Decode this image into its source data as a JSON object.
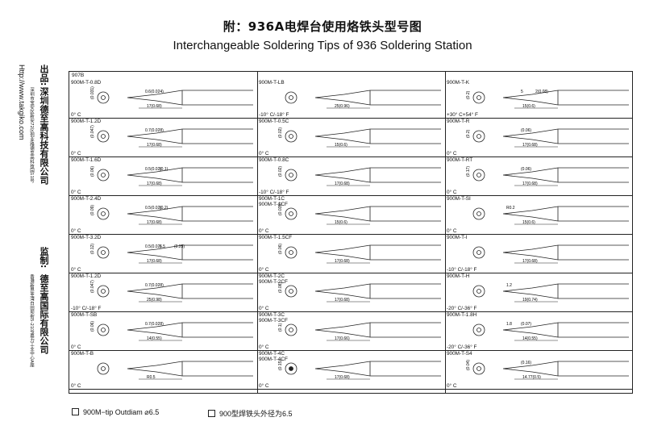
{
  "header": {
    "title_cn": "附：936A电焊台使用烙铁头型号图",
    "title_en": "Interchangeable Soldering Tips of 936 Soldering Station"
  },
  "side": {
    "maker_label": "出品:",
    "maker_name": "深圳德至高科技有限公司",
    "maker_address": "深圳市宝安区新安72区创业路德至高科技园11号",
    "maker_url": "Http://www.takgiko.com",
    "supervisor_label": "监制:",
    "supervisor_name": "德至高国际有限公司",
    "supervisor_address": "香港新界荃湾白田坝街5-21号嘉力工业中心A座"
  },
  "grid": {
    "header_label": "907B",
    "columns": [
      {
        "tips": [
          {
            "name": "900M-T-0.8D",
            "angle": "0° C",
            "dims": [
              "(0.031)",
              "0.6(0.024)",
              "17(0.68)"
            ]
          },
          {
            "name": "900M-T-1.2D",
            "angle": "0° C",
            "dims": [
              "(0.047)",
              "0.7(0.028)",
              "17(0.68)"
            ]
          },
          {
            "name": "900M-T-1.6D",
            "angle": "0° C",
            "dims": [
              "(0.06)",
              "0.5(0.02)",
              "(0.1)",
              "17(0.68)"
            ]
          },
          {
            "name": "900M-T-2.4D",
            "angle": "0° C",
            "dims": [
              "(0.09)",
              "0.5(0.02)",
              "(0.2)",
              "17(0.68)"
            ]
          },
          {
            "name": "900M-T-3.2D",
            "angle": "0° C",
            "dims": [
              "(0.12)",
              "0.5(0.02)",
              "6.5",
              "(0.25)",
              "17(0.68)"
            ]
          },
          {
            "name": "900M-T-1.2D",
            "angle": "-10° C/-18° F",
            "dims": [
              "(0.047)",
              "0.7(0.028)",
              "25(0.98)"
            ]
          },
          {
            "name": "900M-T-SB",
            "angle": "0° C",
            "dims": [
              "(0.06)",
              "0.7(0.028)",
              "14(0.55)"
            ]
          },
          {
            "name": "900M-T-B",
            "angle": "0° C",
            "dims": [
              "R0.5"
            ]
          }
        ]
      },
      {
        "tips": [
          {
            "name": "900M-T-LB",
            "angle": "-10° C/-18° F",
            "dims": [
              "25(0.96)"
            ]
          },
          {
            "name": "900M-T-0.5C",
            "angle": "0° C",
            "dims": [
              "(0.02)",
              "15(0.6)"
            ]
          },
          {
            "name": "900M-T-0.8C",
            "angle": "-10° C/-18° F",
            "dims": [
              "(0.02)",
              "17(0.68)"
            ]
          },
          {
            "name": "900M-T-1C",
            "name2": "900M-T-1CF",
            "angle": "0° C",
            "dims": [
              "(0.039)",
              "15(0.6)"
            ]
          },
          {
            "name": "900M-T-1.5CF",
            "angle": "0° C",
            "dims": [
              "(0.06)",
              "17(0.68)"
            ]
          },
          {
            "name": "900M-T-2C",
            "name2": "900M-T-2CF",
            "angle": "0° C",
            "dims": [
              "(0.08)",
              "17(0.68)"
            ]
          },
          {
            "name": "900M-T-3C",
            "name2": "900M-T-3CF",
            "angle": "0° C",
            "dims": [
              "(0.1)",
              "17(0.66)"
            ]
          },
          {
            "name": "900M-T-4C",
            "name2": "900M-T-4CF",
            "angle": "0° C",
            "dims": [
              "(0.15)",
              "17(0.68)"
            ]
          }
        ]
      },
      {
        "tips": [
          {
            "name": "900M-T-K",
            "angle": "+30° C+54° F",
            "dims": [
              "(0.2)",
              "5",
              "2(0.08)",
              "15(0.6)"
            ]
          },
          {
            "name": "900M-T-R",
            "angle": "0° C",
            "dims": [
              "(0.2)",
              "(0.06)",
              "17(0.68)"
            ]
          },
          {
            "name": "900M-T-RT",
            "angle": "0° C",
            "dims": [
              "(0.17)",
              "(0.06)",
              "17(0.68)"
            ]
          },
          {
            "name": "900M-T-SI",
            "angle": "0° C",
            "dims": [
              "R0.2",
              "15(0.6)"
            ]
          },
          {
            "name": "900M-T-I",
            "angle": "-10° C/-18° F",
            "dims": [
              "17(0.68)"
            ]
          },
          {
            "name": "900M-T-H",
            "angle": "-20° C/-36° F",
            "dims": [
              "1.2",
              "19(0.74)"
            ]
          },
          {
            "name": "900M-T-1.8H",
            "angle": "-20° C/-36° F",
            "dims": [
              "1.8",
              "(0.07)",
              "14(0.55)"
            ]
          },
          {
            "name": "900M-T-S4",
            "angle": "0° C",
            "dims": [
              "(0.04)",
              "(0.16)",
              "14.77(0.5)"
            ]
          }
        ]
      }
    ]
  },
  "footer": {
    "left": "900M−tip Outdiam ⌀6.5",
    "right": "900型焊铁头外径为6.5"
  }
}
